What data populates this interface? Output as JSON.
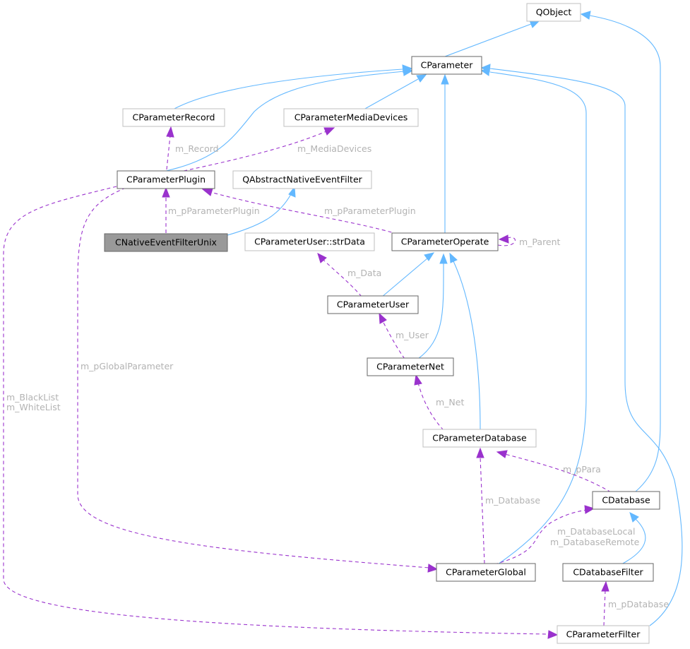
{
  "nodes": {
    "qobject": "QObject",
    "cparameter": "CParameter",
    "cparameter_record": "CParameterRecord",
    "cparameter_media_devices": "CParameterMediaDevices",
    "cparameter_plugin": "CParameterPlugin",
    "qabstract_native_event_filter": "QAbstractNativeEventFilter",
    "cnative_event_filter_unix": "CNativeEventFilterUnix",
    "cparameter_user_strdata": "CParameterUser::strData",
    "cparameter_operate": "CParameterOperate",
    "cparameter_user": "CParameterUser",
    "cparameter_net": "CParameterNet",
    "cparameter_database": "CParameterDatabase",
    "cdatabase": "CDatabase",
    "cparameter_global": "CParameterGlobal",
    "cdatabase_filter": "CDatabaseFilter",
    "cparameter_filter": "CParameterFilter"
  },
  "edge_labels": {
    "m_record": "m_Record",
    "m_media_devices": "m_MediaDevices",
    "m_pparameter_plugin_left": "m_pParameterPlugin",
    "m_pparameter_plugin_right": "m_pParameterPlugin",
    "m_parent": "m_Parent",
    "m_data": "m_Data",
    "m_user": "m_User",
    "m_pglobal_parameter": "m_pGlobalParameter",
    "m_blacklist": "m_BlackList",
    "m_whitelist": "m_WhiteList",
    "m_net": "m_Net",
    "m_ppara": "m_pPara",
    "m_database": "m_Database",
    "m_database_local": "m_DatabaseLocal",
    "m_database_remote": "m_DatabaseRemote",
    "m_pdatabase": "m_pDatabase"
  },
  "colors": {
    "inheritance_edge": "#63b8ff",
    "usage_edge": "#9a32cd",
    "edge_label": "#b3b3b3",
    "focus_node_fill": "#999999",
    "node_border": "#666666",
    "external_node_border": "#bfbfbf"
  }
}
